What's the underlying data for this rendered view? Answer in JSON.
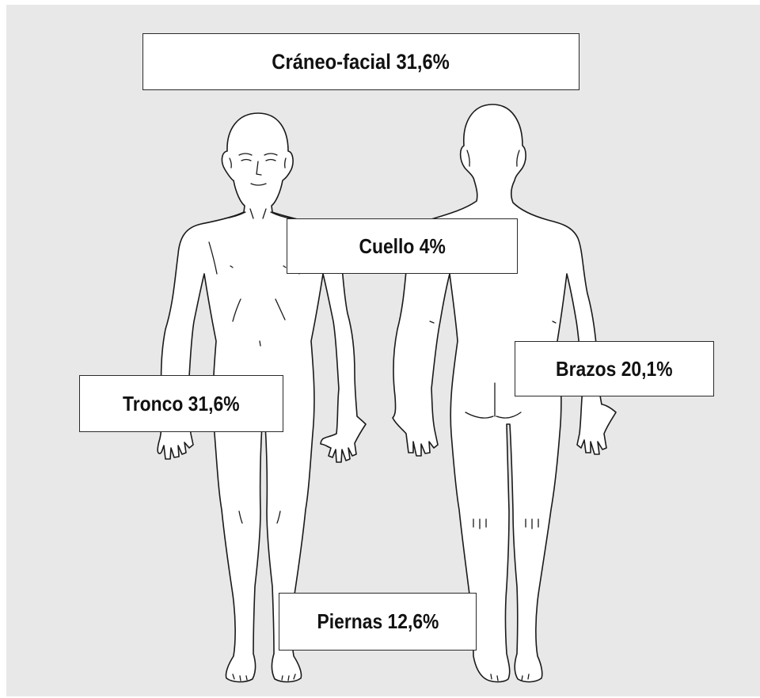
{
  "regions": [
    {
      "id": "craneo",
      "text": "Cráneo-facial 31,6%",
      "region": "Cráneo-facial",
      "percent": 31.6
    },
    {
      "id": "cuello",
      "text": "Cuello 4%",
      "region": "Cuello",
      "percent": 4
    },
    {
      "id": "brazos",
      "text": "Brazos 20,1%",
      "region": "Brazos",
      "percent": 20.1
    },
    {
      "id": "tronco",
      "text": "Tronco 31,6%",
      "region": "Tronco",
      "percent": 31.6
    },
    {
      "id": "piernas",
      "text": "Piernas 12,6%",
      "region": "Piernas",
      "percent": 12.6
    }
  ],
  "colors": {
    "background": "#e8e8e8",
    "box_fill": "#ffffff",
    "outline": "#1a1a1a"
  }
}
